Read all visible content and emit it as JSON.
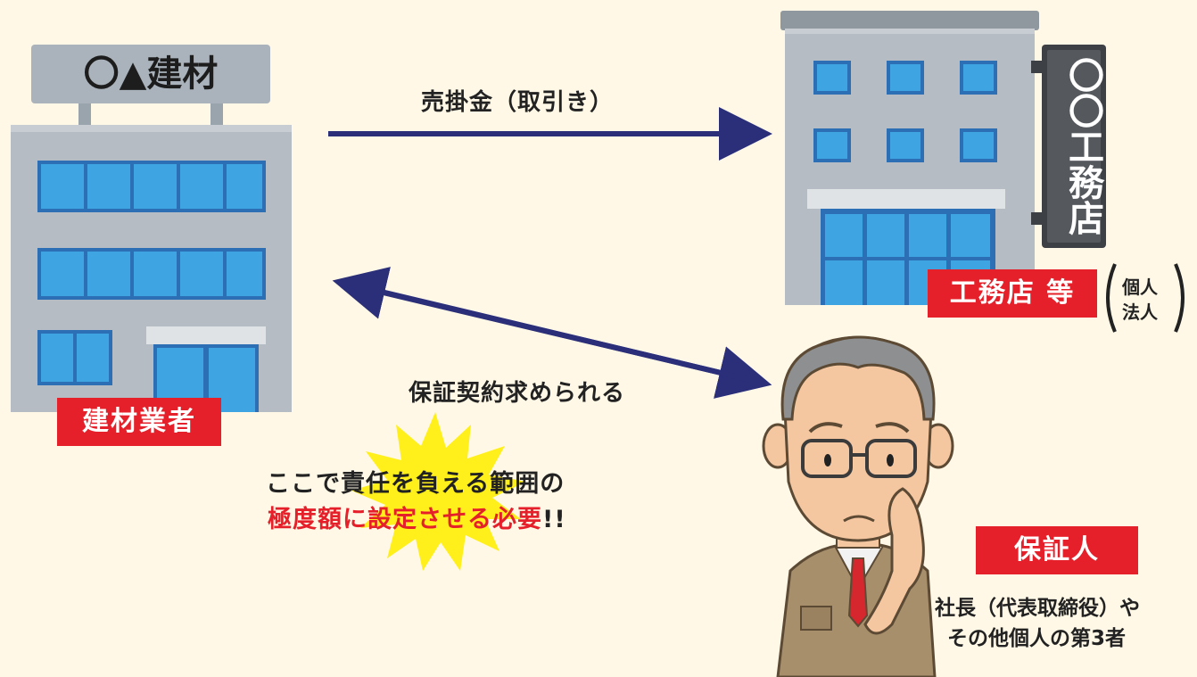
{
  "builder": {
    "sign_text": "〇▲建材",
    "label": "建材業者"
  },
  "contractor": {
    "sign_text": "〇〇工務店",
    "label": "工務店 等",
    "note_line1": "個人",
    "note_line2": "法人"
  },
  "arrows": {
    "receivable_label": "売掛金（取引き）",
    "guarantee_label": "保証契約求められる"
  },
  "burst": {
    "line1": "ここで責任を負える範囲の",
    "line2_red": "極度額に設定させる必要",
    "line2_suffix": "!!"
  },
  "guarantor": {
    "label": "保証人",
    "desc_line1": "社長（代表取締役）や",
    "desc_line2": "その他個人の第3者"
  },
  "colors": {
    "background": "#fff8e6",
    "accent_red": "#e5202a",
    "arrow_navy": "#2b2f7a",
    "burst_yellow": "#ffef1a"
  }
}
